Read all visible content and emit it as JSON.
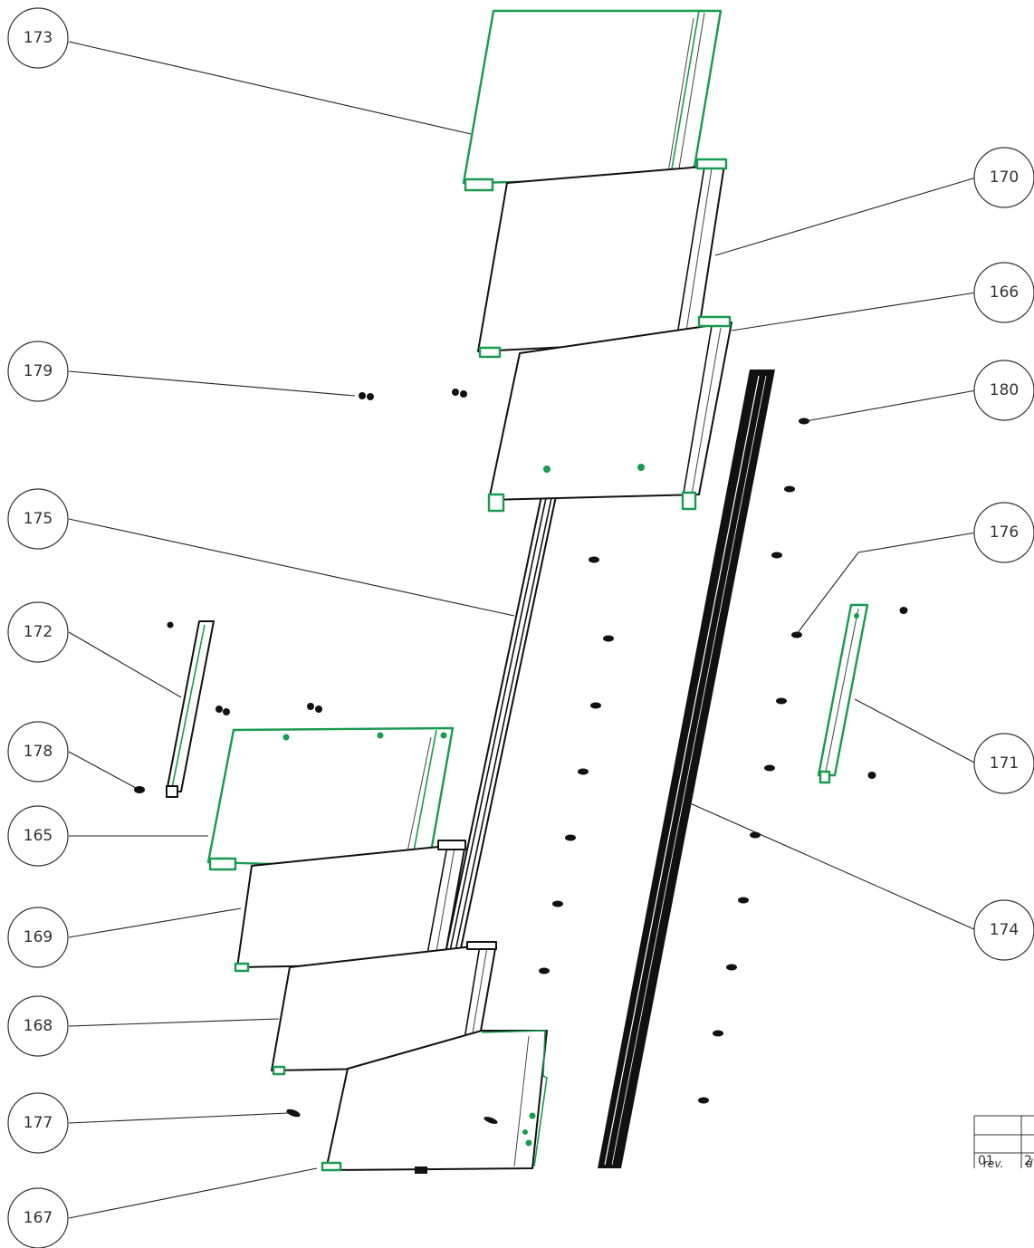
{
  "callouts": [
    {
      "id": "173",
      "label": "173"
    },
    {
      "id": "170",
      "label": "170"
    },
    {
      "id": "166",
      "label": "166"
    },
    {
      "id": "179",
      "label": "179"
    },
    {
      "id": "180",
      "label": "180"
    },
    {
      "id": "175",
      "label": "175"
    },
    {
      "id": "176",
      "label": "176"
    },
    {
      "id": "172",
      "label": "172"
    },
    {
      "id": "178",
      "label": "178"
    },
    {
      "id": "171",
      "label": "171"
    },
    {
      "id": "165",
      "label": "165"
    },
    {
      "id": "169",
      "label": "169"
    },
    {
      "id": "174",
      "label": "174"
    },
    {
      "id": "168",
      "label": "168"
    },
    {
      "id": "177",
      "label": "177"
    },
    {
      "id": "167",
      "label": "167"
    }
  ],
  "title_block": {
    "rev_value": "01",
    "rev_label": "rev.",
    "date_fragment": "2",
    "date_label_fragment": "d"
  },
  "colors": {
    "accent_green": "#179b4e",
    "line_black": "#111111"
  }
}
